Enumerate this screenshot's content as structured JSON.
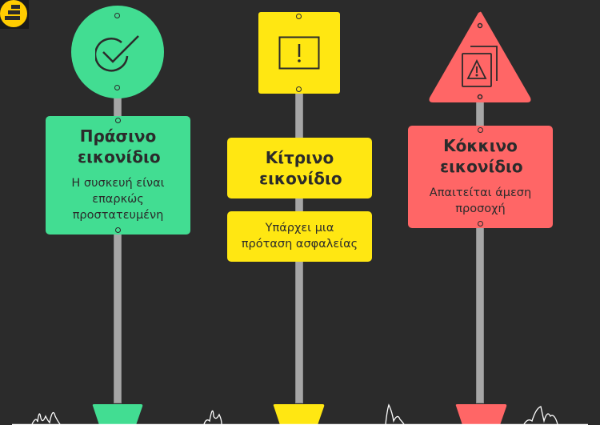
{
  "colors": {
    "green": "#42dd92",
    "yellow": "#ffe712",
    "red": "#ff6666",
    "background": "#2b2b2b"
  },
  "signs": [
    {
      "title": "Πράσινο εικονίδιο",
      "description": "Η συσκευή είναι επαρκώς προστατευμένη",
      "icon": "check-circle-icon"
    },
    {
      "title": "Κίτρινο εικονίδιο",
      "description": "Υπάρχει μια πρόταση ασφαλείας",
      "icon": "exclamation-box-icon"
    },
    {
      "title": "Κόκκινο εικονίδιο",
      "description": "Απαιτείται άμεση προσοχή",
      "icon": "warning-document-icon"
    }
  ]
}
